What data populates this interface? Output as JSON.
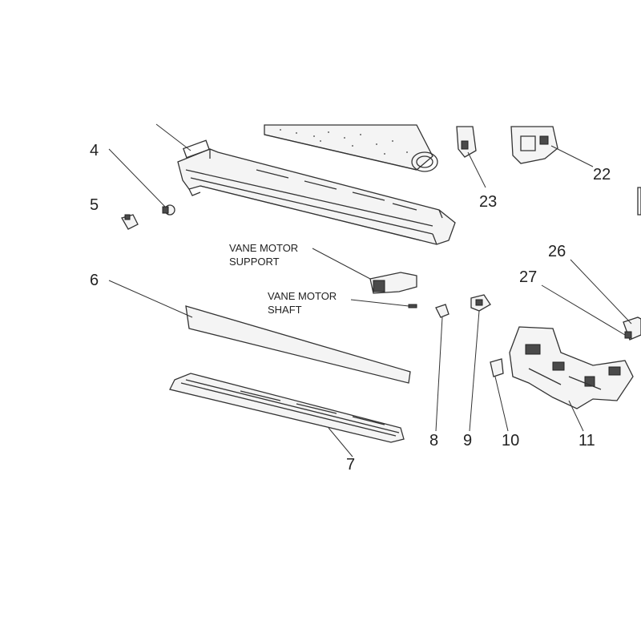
{
  "callouts": {
    "n4": "4",
    "n5": "5",
    "n6": "6",
    "n7": "7",
    "n8": "8",
    "n9": "9",
    "n10": "10",
    "n11": "11",
    "n22": "22",
    "n23": "23",
    "n26": "26",
    "n27": "27"
  },
  "text_labels": {
    "vane_motor_support": [
      "VANE MOTOR",
      "SUPPORT"
    ],
    "vane_motor_shaft": [
      "VANE MOTOR",
      "SHAFT"
    ]
  }
}
